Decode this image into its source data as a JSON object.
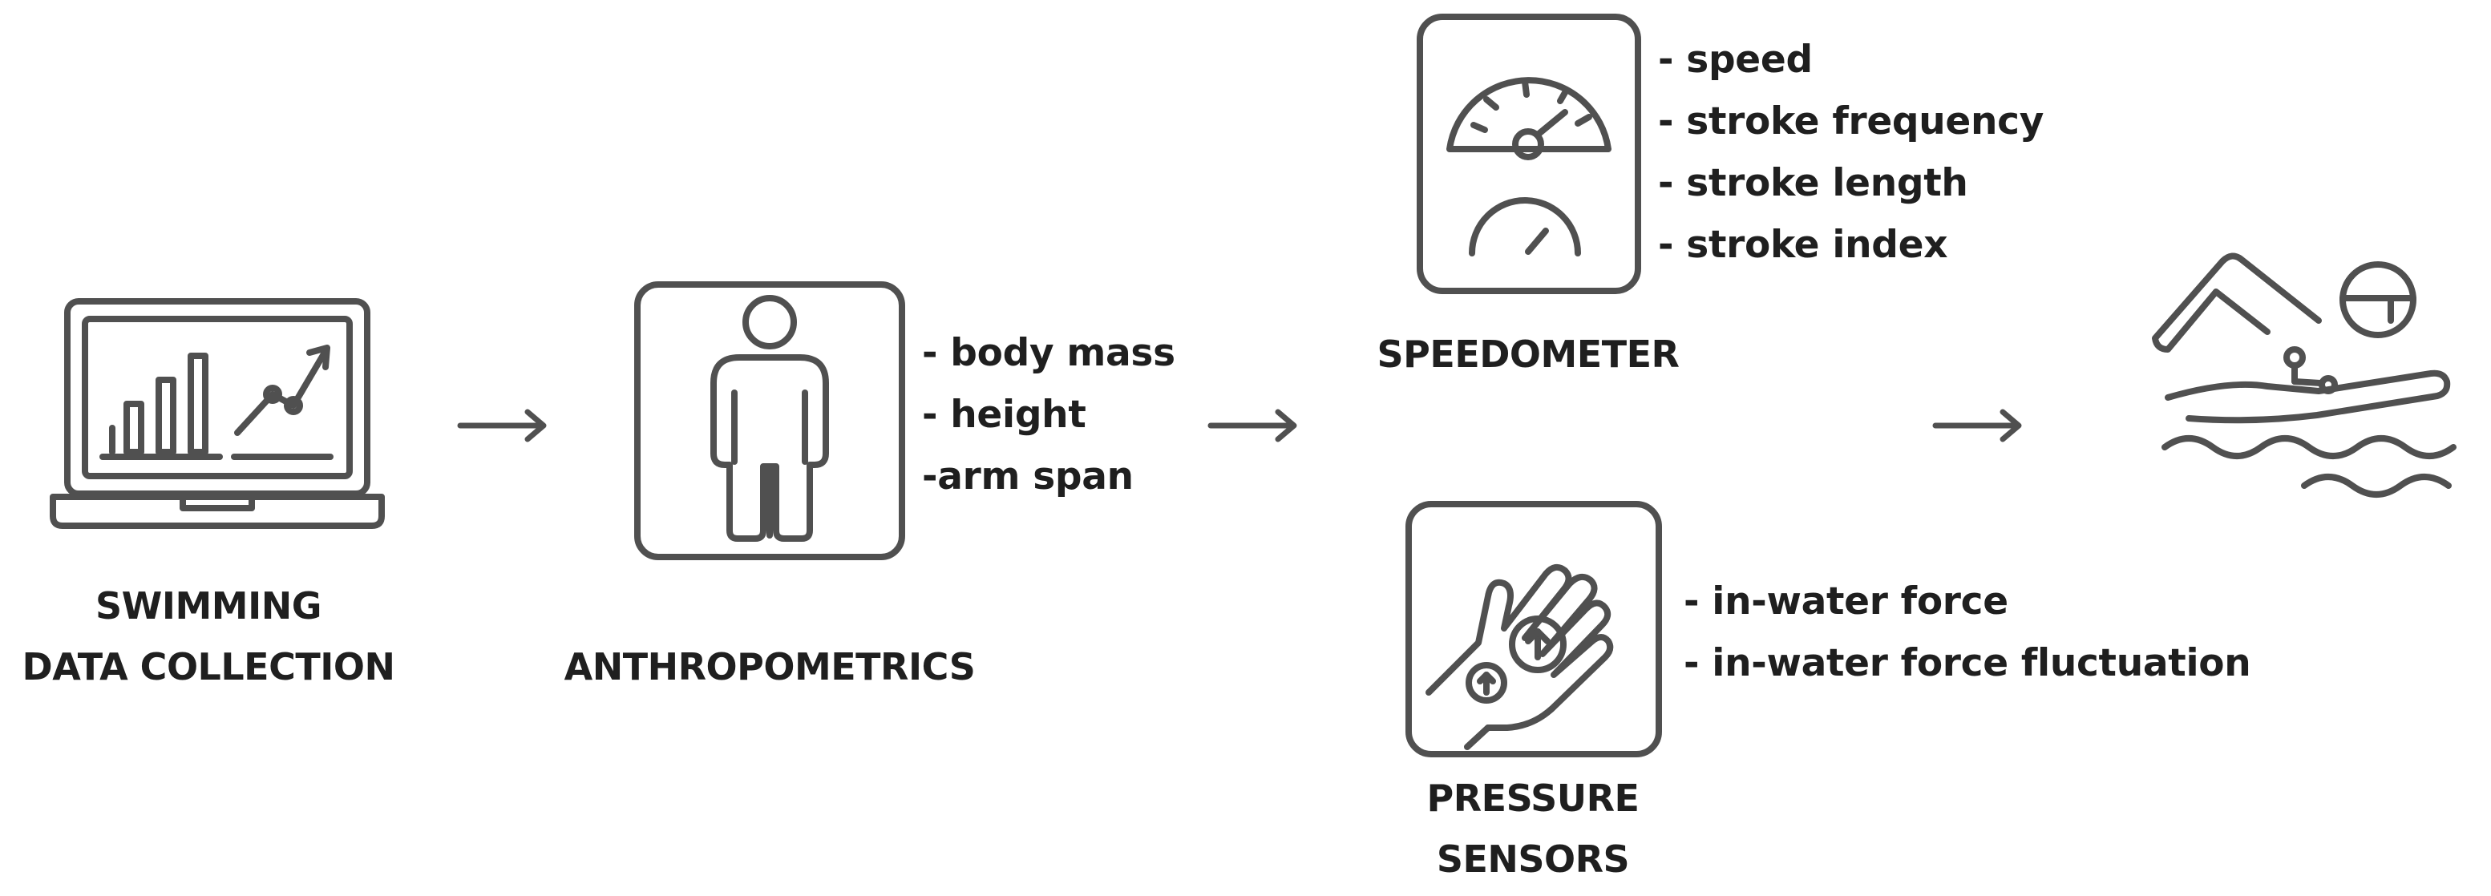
{
  "stages": {
    "data_collection": {
      "label_line1": "SWIMMING",
      "label_line2": "DATA COLLECTION",
      "icon": "laptop-chart-icon"
    },
    "anthropometrics": {
      "label": "ANTHROPOMETRICS",
      "icon": "person-icon",
      "items": [
        "- body mass",
        "- height",
        "-arm span"
      ]
    },
    "speedometer": {
      "label": "SPEEDOMETER",
      "icon": "speedometer-icon",
      "items": [
        "- speed",
        "- stroke frequency",
        "- stroke length",
        "- stroke index"
      ]
    },
    "pressure_sensors": {
      "label_line1": "PRESSURE",
      "label_line2": "SENSORS",
      "icon": "hand-sensor-icon",
      "items": [
        "- in-water force",
        "- in-water force fluctuation"
      ]
    },
    "swimmer": {
      "icon": "swimmer-icon"
    }
  },
  "colors": {
    "icon_stroke": "#505050",
    "text": "#1f1f1f",
    "background": "#ffffff"
  }
}
